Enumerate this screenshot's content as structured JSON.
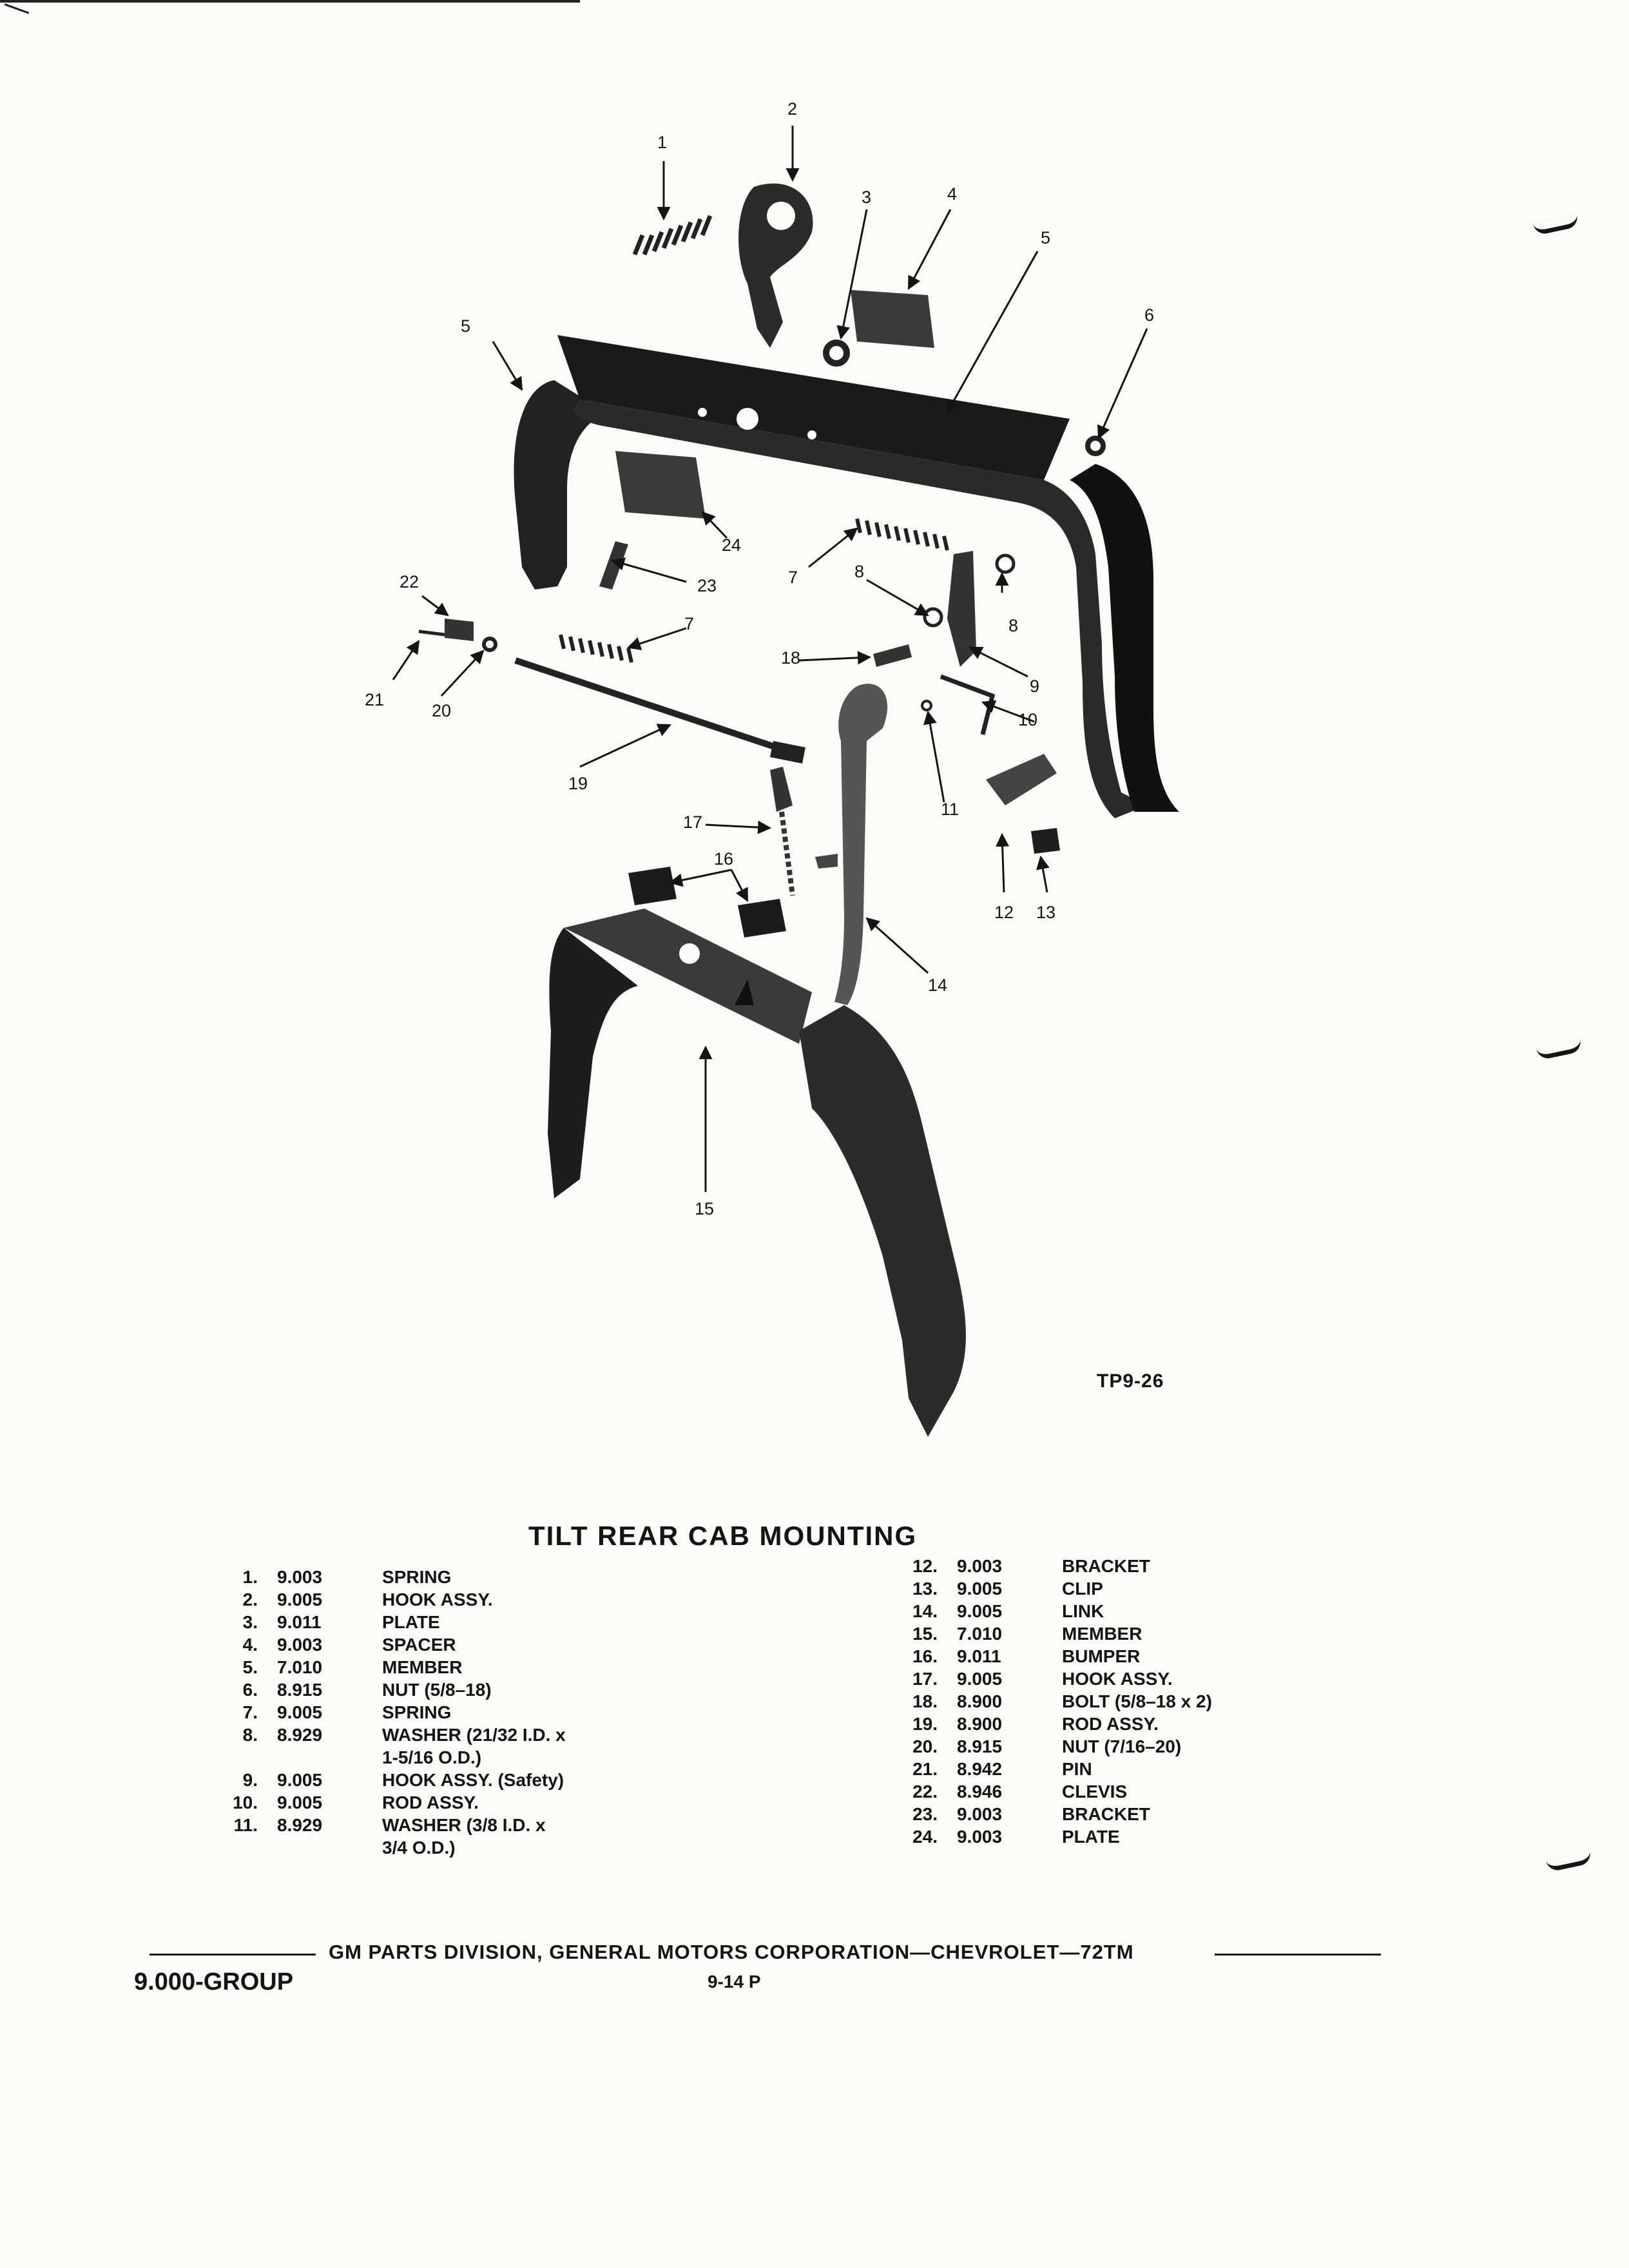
{
  "figure": {
    "id": "TP9-26",
    "callouts": [
      "1",
      "2",
      "3",
      "4",
      "5",
      "5",
      "6",
      "24",
      "23",
      "7",
      "22",
      "7",
      "8",
      "8",
      "18",
      "9",
      "21",
      "20",
      "10",
      "19",
      "11",
      "17",
      "16",
      "12",
      "13",
      "14",
      "15"
    ]
  },
  "title": "TILT  REAR CAB MOUNTING",
  "parts_left": [
    {
      "num": "1.",
      "code": "9.003",
      "desc": "SPRING"
    },
    {
      "num": "2.",
      "code": "9.005",
      "desc": "HOOK ASSY."
    },
    {
      "num": "3.",
      "code": "9.011",
      "desc": "PLATE"
    },
    {
      "num": "4.",
      "code": "9.003",
      "desc": "SPACER"
    },
    {
      "num": "5.",
      "code": "7.010",
      "desc": "MEMBER"
    },
    {
      "num": "6.",
      "code": "8.915",
      "desc": "NUT (5/8–18)"
    },
    {
      "num": "7.",
      "code": "9.005",
      "desc": "SPRING"
    },
    {
      "num": "8.",
      "code": "8.929",
      "desc": "WASHER (21/32 I.D. x",
      "desc2": "1-5/16 O.D.)"
    },
    {
      "num": "9.",
      "code": "9.005",
      "desc": "HOOK ASSY. (Safety)"
    },
    {
      "num": "10.",
      "code": "9.005",
      "desc": "ROD ASSY."
    },
    {
      "num": "11.",
      "code": "8.929",
      "desc": "WASHER (3/8 I.D. x",
      "desc2": "3/4 O.D.)"
    }
  ],
  "parts_right": [
    {
      "num": "12.",
      "code": "9.003",
      "desc": "BRACKET"
    },
    {
      "num": "13.",
      "code": "9.005",
      "desc": "CLIP"
    },
    {
      "num": "14.",
      "code": "9.005",
      "desc": "LINK"
    },
    {
      "num": "15.",
      "code": "7.010",
      "desc": "MEMBER"
    },
    {
      "num": "16.",
      "code": "9.011",
      "desc": "BUMPER"
    },
    {
      "num": "17.",
      "code": "9.005",
      "desc": "HOOK ASSY."
    },
    {
      "num": "18.",
      "code": "8.900",
      "desc": "BOLT (5/8–18 x 2)"
    },
    {
      "num": "19.",
      "code": "8.900",
      "desc": "ROD ASSY."
    },
    {
      "num": "20.",
      "code": "8.915",
      "desc": "NUT (7/16–20)"
    },
    {
      "num": "21.",
      "code": "8.942",
      "desc": "PIN"
    },
    {
      "num": "22.",
      "code": "8.946",
      "desc": "CLEVIS"
    },
    {
      "num": "23.",
      "code": "9.003",
      "desc": "BRACKET"
    },
    {
      "num": "24.",
      "code": "9.003",
      "desc": "PLATE"
    }
  ],
  "footer": "GM PARTS DIVISION, GENERAL MOTORS CORPORATION—CHEVROLET—72TM",
  "group": "9.000-GROUP",
  "page": "9-14  P"
}
